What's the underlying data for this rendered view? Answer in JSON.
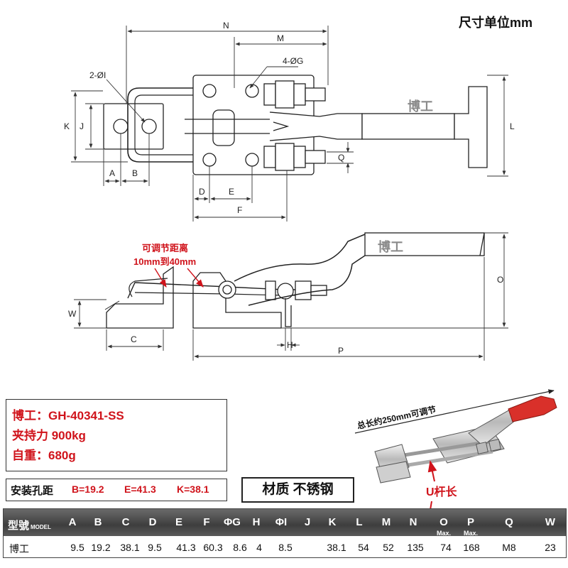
{
  "unit_note": "尺寸单位mm",
  "watermarks": [
    "博工",
    "博工"
  ],
  "drawing_labels": {
    "N": "N",
    "M": "M",
    "four_g": "4-ØG",
    "two_i": "2-ØI",
    "K": "K",
    "J": "J",
    "A": "A",
    "B": "B",
    "D": "D",
    "E": "E",
    "F": "F",
    "L": "L",
    "Q": "Q",
    "W": "W",
    "C": "C",
    "H": "H",
    "P": "P",
    "O": "O"
  },
  "adjust_note": {
    "line1": "可调节距离",
    "line2": "10mm到40mm"
  },
  "photo": {
    "length_note": "总长约250mm可调节",
    "u_rod_label": "U杆长"
  },
  "info": {
    "brand_model": "博工：GH-40341-SS",
    "force": "夹持力 900kg",
    "weight": "自重：680g"
  },
  "mount": {
    "title": "安装孔距",
    "b": "B=19.2",
    "e": "E=41.3",
    "k": "K=38.1"
  },
  "material": "材质 不锈钢",
  "table": {
    "model_header": "型號",
    "model_sub": "MODEL",
    "headers": [
      "A",
      "B",
      "C",
      "D",
      "E",
      "F",
      "ΦG",
      "H",
      "ΦI",
      "J",
      "K",
      "L",
      "M",
      "N",
      "O",
      "P",
      "Q",
      "W"
    ],
    "max_note": "Max.",
    "row_label": "博工",
    "values": [
      "9.5",
      "19.2",
      "38.1",
      "9.5",
      "41.3",
      "60.3",
      "8.6",
      "4",
      "8.5",
      "",
      "38.1",
      "54",
      "52",
      "135",
      "74",
      "168",
      "M8",
      "23"
    ]
  },
  "colors": {
    "accent_red": "#d0131b",
    "handle_red": "#d9302a",
    "line": "#222222",
    "dim": "#333333"
  }
}
